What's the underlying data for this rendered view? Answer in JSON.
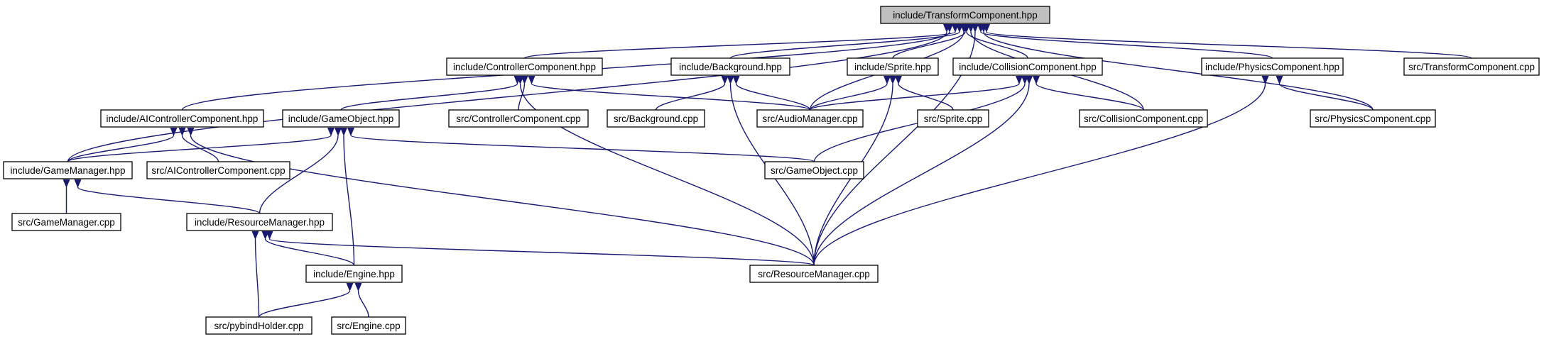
{
  "diagram": {
    "type": "include-dependency-graph",
    "edge_color": "#191970",
    "root_fill": "#bfbfbf",
    "nodes": [
      {
        "id": "transform_hpp",
        "label": "include/TransformComponent.hpp"
      },
      {
        "id": "controller_hpp",
        "label": "include/ControllerComponent.hpp"
      },
      {
        "id": "background_hpp",
        "label": "include/Background.hpp"
      },
      {
        "id": "sprite_hpp",
        "label": "include/Sprite.hpp"
      },
      {
        "id": "collision_hpp",
        "label": "include/CollisionComponent.hpp"
      },
      {
        "id": "physics_hpp",
        "label": "include/PhysicsComponent.hpp"
      },
      {
        "id": "transform_cpp",
        "label": "src/TransformComponent.cpp"
      },
      {
        "id": "aicontroller_hpp",
        "label": "include/AIControllerComponent.hpp"
      },
      {
        "id": "gameobject_hpp",
        "label": "include/GameObject.hpp"
      },
      {
        "id": "controller_cpp",
        "label": "src/ControllerComponent.cpp"
      },
      {
        "id": "background_cpp",
        "label": "src/Background.cpp"
      },
      {
        "id": "audiomanager_cpp",
        "label": "src/AudioManager.cpp"
      },
      {
        "id": "sprite_cpp",
        "label": "src/Sprite.cpp"
      },
      {
        "id": "collision_cpp",
        "label": "src/CollisionComponent.cpp"
      },
      {
        "id": "physics_cpp",
        "label": "src/PhysicsComponent.cpp"
      },
      {
        "id": "gamemanager_hpp",
        "label": "include/GameManager.hpp"
      },
      {
        "id": "aicontroller_cpp",
        "label": "src/AIControllerComponent.cpp"
      },
      {
        "id": "gameobject_cpp",
        "label": "src/GameObject.cpp"
      },
      {
        "id": "gamemanager_cpp",
        "label": "src/GameManager.cpp"
      },
      {
        "id": "resourcemanager_hpp",
        "label": "include/ResourceManager.hpp"
      },
      {
        "id": "resourcemanager_cpp",
        "label": "src/ResourceManager.cpp"
      },
      {
        "id": "engine_hpp",
        "label": "include/Engine.hpp"
      },
      {
        "id": "pybindholder_cpp",
        "label": "src/pybindHolder.cpp"
      },
      {
        "id": "engine_cpp",
        "label": "src/Engine.cpp"
      }
    ],
    "edges": [
      {
        "from": "transform_hpp",
        "to": "gamemanager_hpp"
      },
      {
        "from": "transform_hpp",
        "to": "aicontroller_hpp"
      },
      {
        "from": "transform_hpp",
        "to": "controller_hpp"
      },
      {
        "from": "transform_hpp",
        "to": "background_hpp"
      },
      {
        "from": "transform_hpp",
        "to": "audiomanager_cpp"
      },
      {
        "from": "transform_hpp",
        "to": "sprite_hpp"
      },
      {
        "from": "transform_hpp",
        "to": "collision_hpp"
      },
      {
        "from": "transform_hpp",
        "to": "collision_cpp"
      },
      {
        "from": "transform_hpp",
        "to": "resourcemanager_cpp"
      },
      {
        "from": "transform_hpp",
        "to": "physics_hpp"
      },
      {
        "from": "transform_hpp",
        "to": "physics_cpp"
      },
      {
        "from": "transform_hpp",
        "to": "transform_cpp"
      },
      {
        "from": "controller_hpp",
        "to": "gameobject_hpp"
      },
      {
        "from": "controller_hpp",
        "to": "controller_cpp"
      },
      {
        "from": "controller_hpp",
        "to": "audiomanager_cpp"
      },
      {
        "from": "controller_hpp",
        "to": "resourcemanager_cpp"
      },
      {
        "from": "background_hpp",
        "to": "background_cpp"
      },
      {
        "from": "background_hpp",
        "to": "audiomanager_cpp"
      },
      {
        "from": "background_hpp",
        "to": "resourcemanager_cpp"
      },
      {
        "from": "sprite_hpp",
        "to": "audiomanager_cpp"
      },
      {
        "from": "sprite_hpp",
        "to": "sprite_cpp"
      },
      {
        "from": "sprite_hpp",
        "to": "resourcemanager_cpp"
      },
      {
        "from": "collision_hpp",
        "to": "audiomanager_cpp"
      },
      {
        "from": "collision_hpp",
        "to": "collision_cpp"
      },
      {
        "from": "collision_hpp",
        "to": "gameobject_cpp"
      },
      {
        "from": "collision_hpp",
        "to": "resourcemanager_cpp"
      },
      {
        "from": "physics_hpp",
        "to": "physics_cpp"
      },
      {
        "from": "physics_hpp",
        "to": "resourcemanager_cpp"
      },
      {
        "from": "aicontroller_hpp",
        "to": "gamemanager_hpp"
      },
      {
        "from": "aicontroller_hpp",
        "to": "aicontroller_cpp"
      },
      {
        "from": "aicontroller_hpp",
        "to": "resourcemanager_cpp"
      },
      {
        "from": "gameobject_hpp",
        "to": "gamemanager_hpp"
      },
      {
        "from": "gameobject_hpp",
        "to": "gameobject_cpp"
      },
      {
        "from": "gameobject_hpp",
        "to": "resourcemanager_hpp"
      },
      {
        "from": "gameobject_hpp",
        "to": "engine_hpp"
      },
      {
        "from": "gamemanager_hpp",
        "to": "gamemanager_cpp"
      },
      {
        "from": "gamemanager_hpp",
        "to": "resourcemanager_hpp"
      },
      {
        "from": "resourcemanager_hpp",
        "to": "resourcemanager_cpp"
      },
      {
        "from": "resourcemanager_hpp",
        "to": "engine_hpp"
      },
      {
        "from": "resourcemanager_hpp",
        "to": "pybindholder_cpp"
      },
      {
        "from": "engine_hpp",
        "to": "pybindholder_cpp"
      },
      {
        "from": "engine_hpp",
        "to": "engine_cpp"
      }
    ]
  }
}
